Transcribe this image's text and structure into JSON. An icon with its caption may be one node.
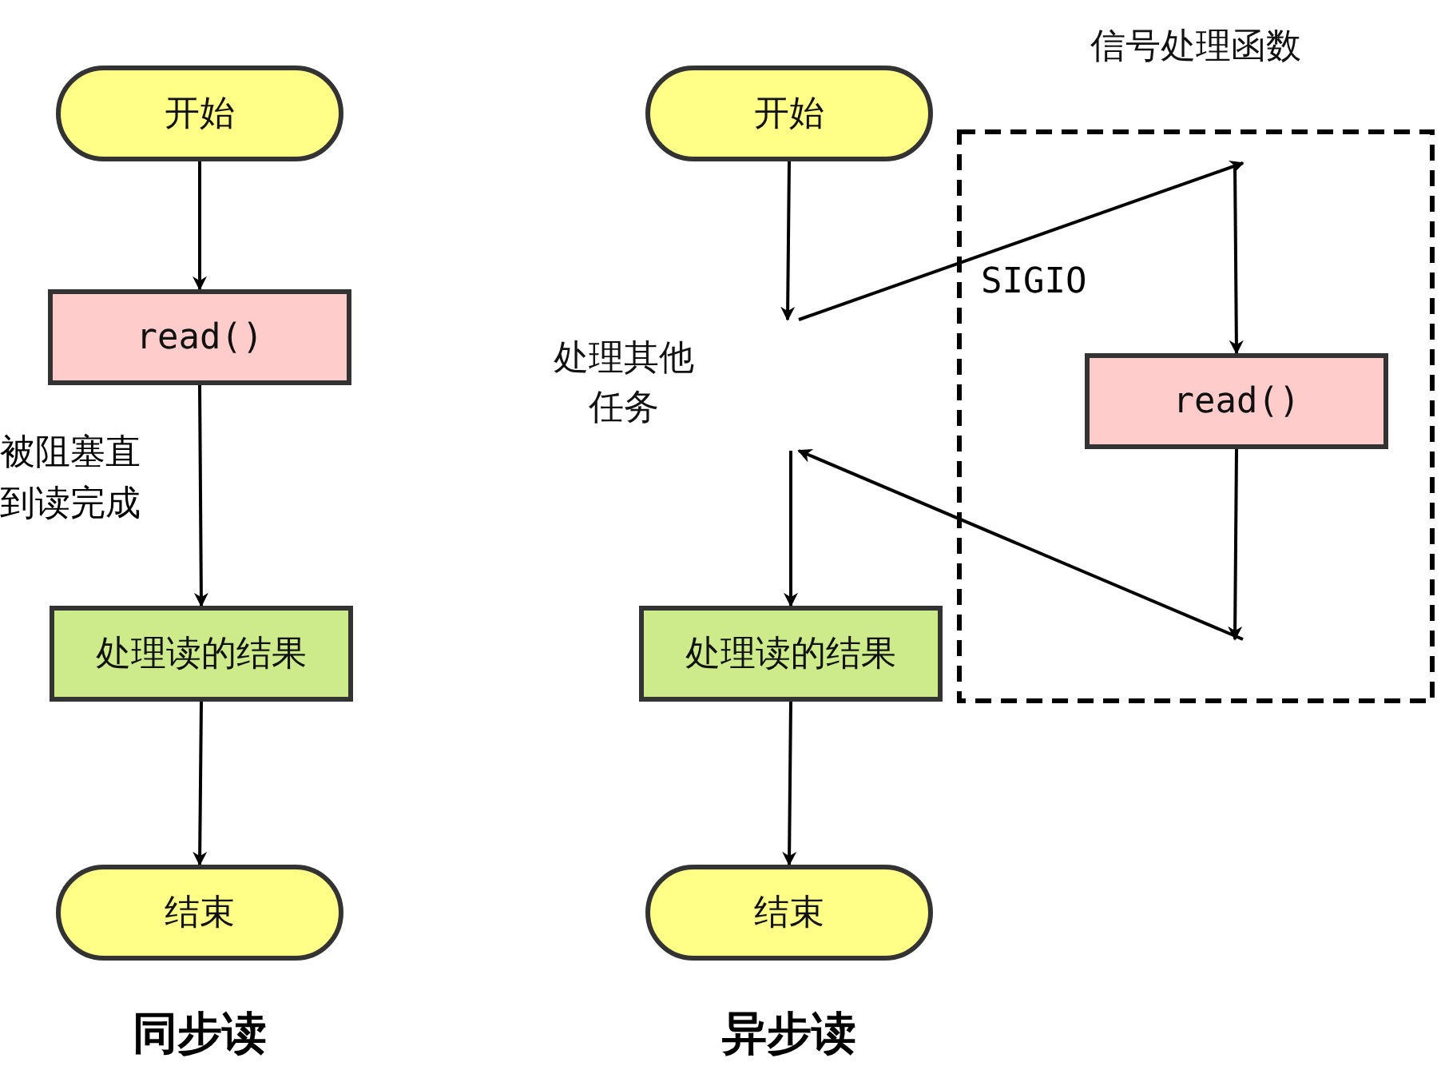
{
  "diagram": {
    "nodes": [
      {
        "text": [
          "开始"
        ]
      },
      {
        "text": [
          "read()"
        ]
      },
      {
        "text": [
          "处理读的结果"
        ]
      },
      {
        "text": [
          "结束"
        ]
      },
      {
        "text": [
          "开始"
        ]
      },
      {
        "text": [
          "处理其他任务"
        ]
      },
      {
        "text": [
          "信号处理函数"
        ]
      },
      {
        "text": [
          "read()"
        ],
        "in": 6
      },
      {
        "text": [
          "处理读的结果"
        ]
      },
      {
        "text": [
          "结束"
        ]
      }
    ],
    "edges": [
      {
        "from": 0,
        "to": 1,
        "arrow": "to"
      },
      {
        "from": 1,
        "to": 2,
        "arrow": "to",
        "label": "被阻塞直到读完成"
      },
      {
        "from": 2,
        "to": 3,
        "arrow": "to"
      },
      {
        "from": 4,
        "to": 5,
        "arrow": "to"
      },
      {
        "from": 5,
        "to": 6,
        "arrow": "to",
        "label": "SIGIO"
      },
      {
        "from": 6,
        "to": 7,
        "arrow": "to"
      },
      {
        "from": 7,
        "to": 6,
        "arrow": "to"
      },
      {
        "from": 6,
        "to": 5,
        "arrow": "to"
      },
      {
        "from": 5,
        "to": 8,
        "arrow": "to"
      },
      {
        "from": 8,
        "to": 9,
        "arrow": "to"
      }
    ],
    "labels": [
      "同步读",
      "异步读"
    ]
  }
}
